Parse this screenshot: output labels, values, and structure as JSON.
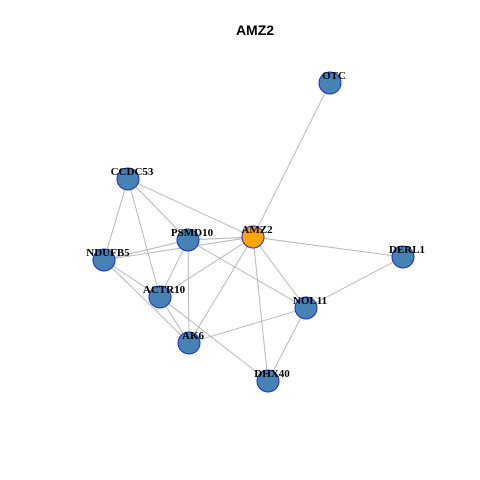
{
  "title": "AMZ2",
  "colors": {
    "focus_fill": "#FFA500",
    "node_fill": "#4682B4",
    "node_border": "#1f2bd0",
    "focus_border": "#1f2bd0",
    "edge": "#b3b3b3"
  },
  "nodes": [
    {
      "id": "AMZ2",
      "label": "AMZ2",
      "focus": true
    },
    {
      "id": "OTC",
      "label": "OTC"
    },
    {
      "id": "CCDC53",
      "label": "CCDC53"
    },
    {
      "id": "PSMD10",
      "label": "PSMD10"
    },
    {
      "id": "NDUFB5",
      "label": "NDUFB5"
    },
    {
      "id": "DERL1",
      "label": "DERL1"
    },
    {
      "id": "ACTR10",
      "label": "ACTR10"
    },
    {
      "id": "NOL11",
      "label": "NOL11"
    },
    {
      "id": "AK6",
      "label": "AK6"
    },
    {
      "id": "DHX40",
      "label": "DHX40"
    }
  ],
  "edges": [
    [
      "AMZ2",
      "OTC"
    ],
    [
      "AMZ2",
      "CCDC53"
    ],
    [
      "AMZ2",
      "PSMD10"
    ],
    [
      "AMZ2",
      "NDUFB5"
    ],
    [
      "AMZ2",
      "DERL1"
    ],
    [
      "AMZ2",
      "ACTR10"
    ],
    [
      "AMZ2",
      "NOL11"
    ],
    [
      "AMZ2",
      "AK6"
    ],
    [
      "AMZ2",
      "DHX40"
    ],
    [
      "CCDC53",
      "PSMD10"
    ],
    [
      "CCDC53",
      "NDUFB5"
    ],
    [
      "CCDC53",
      "ACTR10"
    ],
    [
      "PSMD10",
      "NDUFB5"
    ],
    [
      "PSMD10",
      "ACTR10"
    ],
    [
      "PSMD10",
      "NOL11"
    ],
    [
      "PSMD10",
      "AK6"
    ],
    [
      "NDUFB5",
      "ACTR10"
    ],
    [
      "NDUFB5",
      "AK6"
    ],
    [
      "ACTR10",
      "AK6"
    ],
    [
      "ACTR10",
      "DHX40"
    ],
    [
      "NOL11",
      "DERL1"
    ],
    [
      "NOL11",
      "AK6"
    ],
    [
      "NOL11",
      "DHX40"
    ]
  ]
}
